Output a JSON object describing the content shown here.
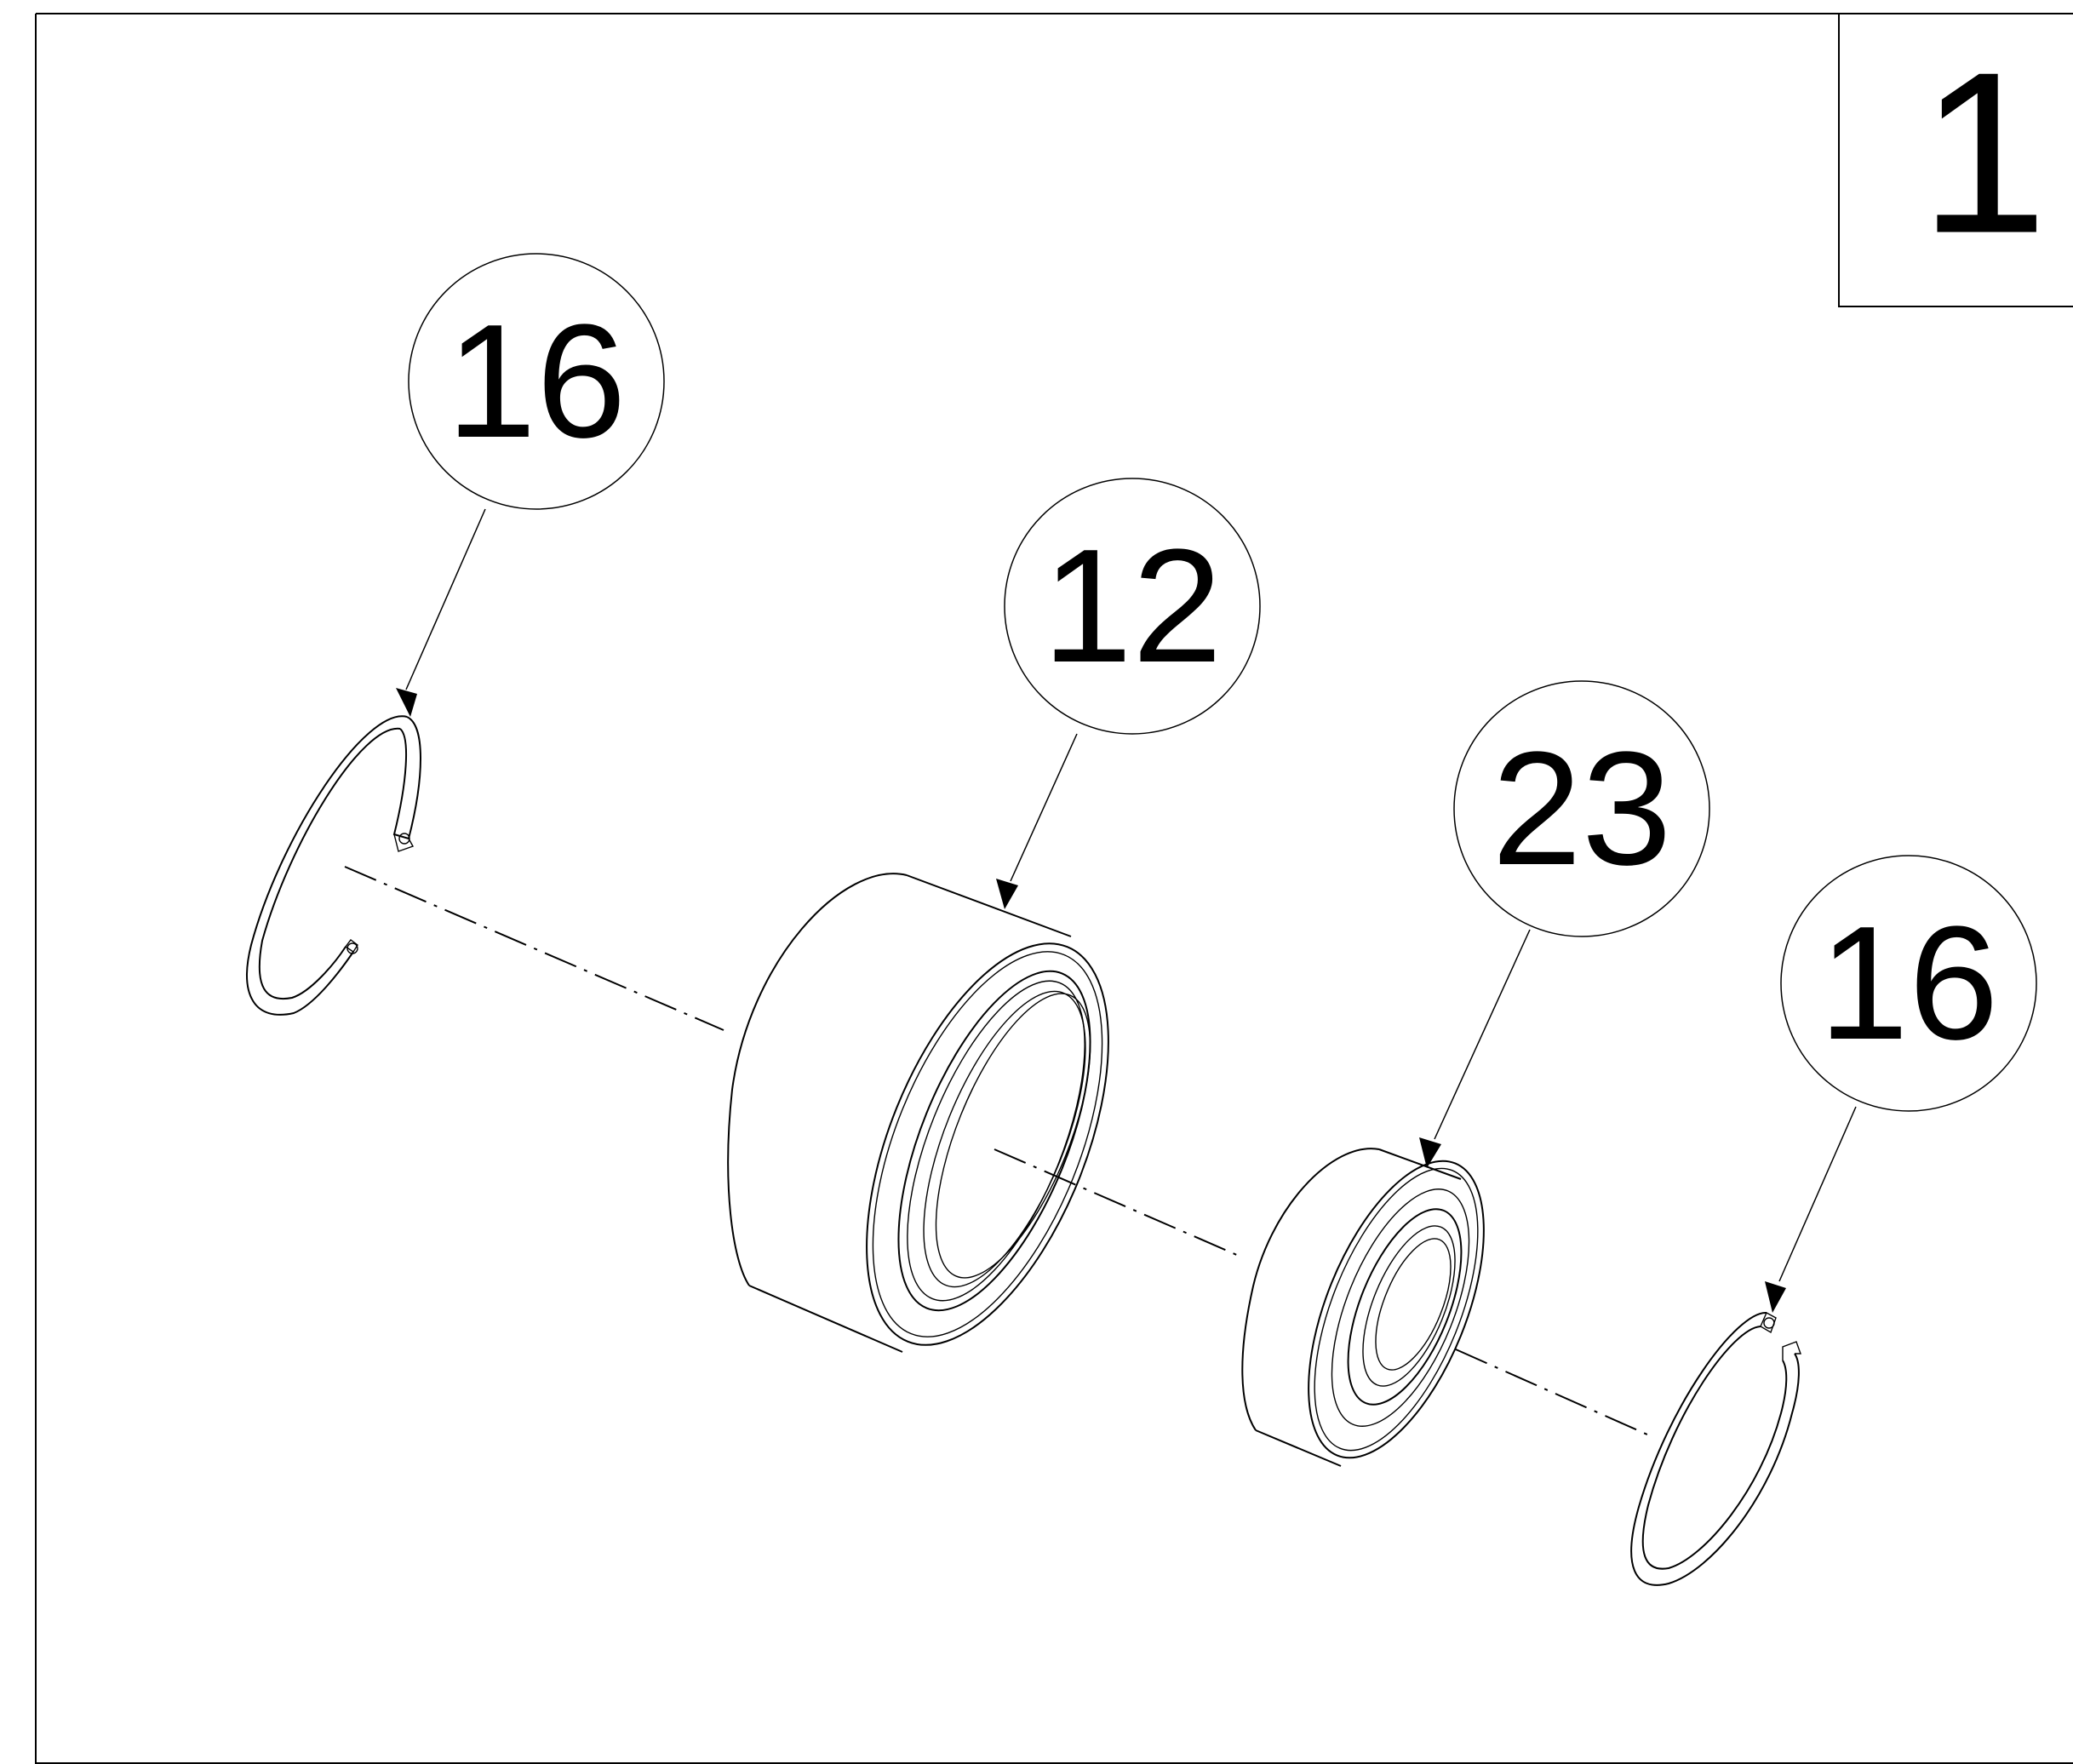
{
  "sheet": {
    "number": "1"
  },
  "callouts": [
    {
      "id": "retaining-ring-left",
      "label": "16"
    },
    {
      "id": "outer-bearing-sleeve",
      "label": "12"
    },
    {
      "id": "ball-bearing",
      "label": "23"
    },
    {
      "id": "retaining-ring-right",
      "label": "16"
    }
  ]
}
